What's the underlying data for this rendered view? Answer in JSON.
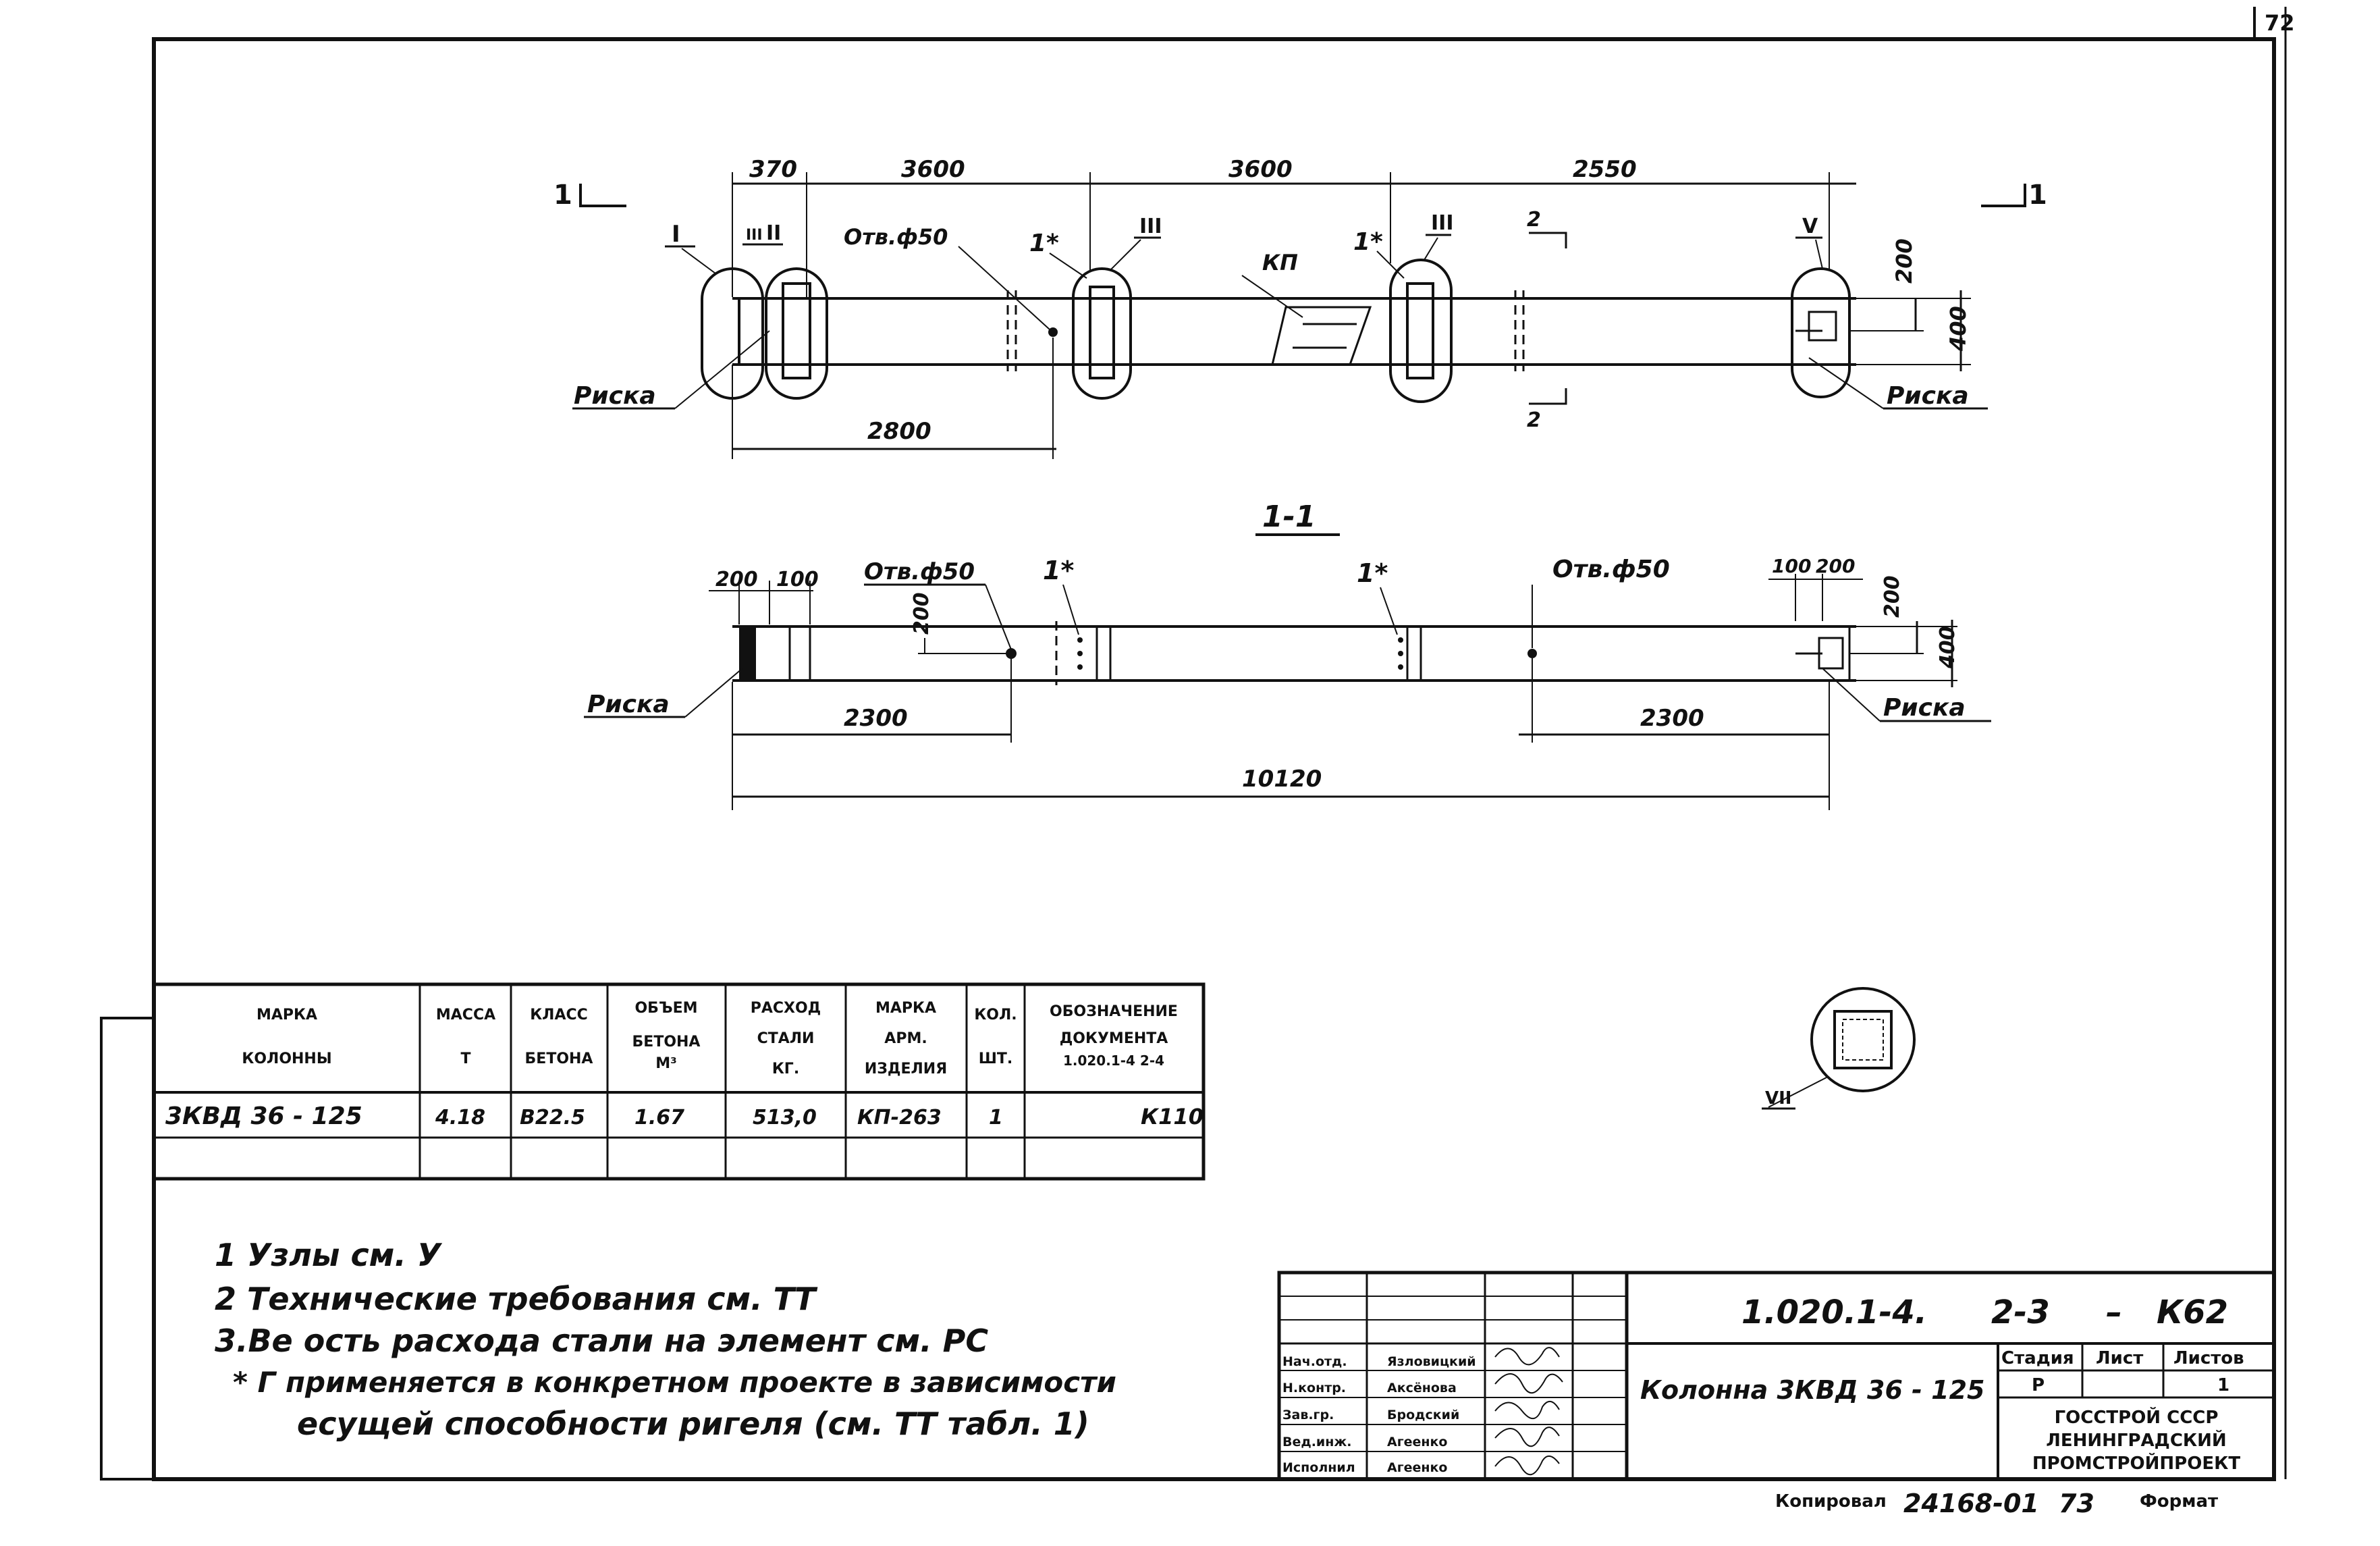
{
  "sheet": {
    "corner_number": "72",
    "code": "1.020.1-4.",
    "code_part": "2-3",
    "code_dash": "–",
    "code_suffix": "К62",
    "element_title": "Колонна 3КВД 36 - 125",
    "stage_header": "Стадия",
    "sheet_header": "Лист",
    "sheets_header": "Листов",
    "stage_value": "Р",
    "sheet_value": "",
    "sheets_value": "1",
    "org_line1": "ГОССТРОЙ СССР",
    "org_line2": "ЛЕНИНГРАДСКИЙ",
    "org_line3": "ПРОМСТРОЙПРОЕКТ",
    "copied_label": "Копировал",
    "copy_number": "24168-01",
    "copy_suffix": "73",
    "format_label": "Формат"
  },
  "signatures": [
    {
      "role": "Нач.отд.",
      "name": "Язловицкий"
    },
    {
      "role": "Н.контр.",
      "name": "Аксёнова"
    },
    {
      "role": "Зав.гр.",
      "name": "Бродский"
    },
    {
      "role": "Вед.инж.",
      "name": "Агеенко"
    },
    {
      "role": "Исполнил",
      "name": "Агеенко"
    }
  ],
  "plan_view": {
    "section_mark": "1",
    "node_marks": [
      "I",
      "II",
      "III",
      "III",
      "V",
      "VII"
    ],
    "node_mark_small": "III",
    "section2_mark": "2",
    "dims_top": [
      "370",
      "3600",
      "3600",
      "2550"
    ],
    "dim_bottom": "2800",
    "dim_height_200": "200",
    "dim_height_400": "400",
    "hole_label": "Отв.ф50",
    "star_label_1": "1*",
    "star_label_2": "1*",
    "kp_label": "КП",
    "risk_left": "Риска",
    "risk_right": "Риска"
  },
  "section_view": {
    "title": "1-1",
    "dims_top_left": [
      "200",
      "100"
    ],
    "dims_top_right": [
      "100",
      "200"
    ],
    "hole_label_left": "Отв.ф50",
    "hole_label_right": "Отв.ф50",
    "star_label_1": "1*",
    "star_label_2": "1*",
    "dim_200_left": "200",
    "dim_200_right": "200",
    "dim_400": "400",
    "dim_left_2300": "2300",
    "dim_right_2300": "2300",
    "dim_total": "10120",
    "risk_left": "Риска",
    "risk_right": "Риска"
  },
  "table": {
    "headers": {
      "mark": [
        "МАРКА",
        "КОЛОННЫ"
      ],
      "mass": [
        "МАССА",
        "Т"
      ],
      "class": [
        "КЛАСС",
        "БЕТОНА"
      ],
      "volume": [
        "ОБЪЕМ",
        "БЕТОНА",
        "М³"
      ],
      "steel": [
        "РАСХОД",
        "СТАЛИ",
        "КГ."
      ],
      "arm": [
        "МАРКА",
        "АРМ.",
        "ИЗДЕЛИЯ"
      ],
      "qty": [
        "КОЛ.",
        "ШТ."
      ],
      "doc": [
        "ОБОЗНАЧЕНИЕ",
        "ДОКУМЕНТА",
        "1.020.1-4 2-4"
      ]
    },
    "row": {
      "mark": "3КВД 36 - 125",
      "mass": "4.18",
      "class": "В22.5",
      "volume": "1.67",
      "steel": "513,0",
      "arm": "КП-263",
      "qty": "1",
      "doc": "К110"
    }
  },
  "notes": [
    "1 Узлы см. У",
    "2 Технические требования см. ТТ",
    "3.Ве   ость расхода стали на элемент см. РС",
    "* Г   применяется в конкретном проекте в зависимости",
    "есущей способности ригеля (см. ТТ табл. 1)"
  ]
}
